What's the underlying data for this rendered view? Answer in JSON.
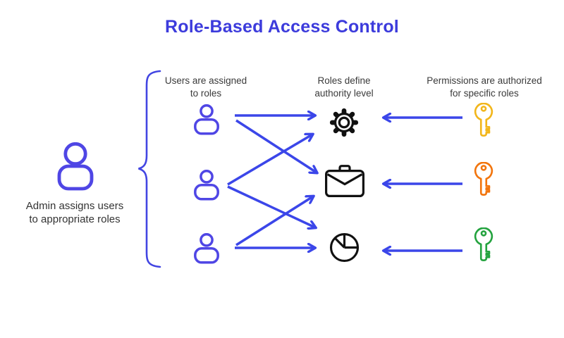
{
  "title": "Role-Based Access Control",
  "columns": {
    "users": {
      "label": "Users are assigned\nto roles"
    },
    "roles": {
      "label": "Roles define\nauthority level"
    },
    "permissions": {
      "label": "Permissions are authorized\nfor specific roles"
    }
  },
  "admin": {
    "label": "Admin assigns users\nto appropriate roles",
    "icon": "person-icon"
  },
  "users": [
    {
      "id": "user-1",
      "icon": "person-icon"
    },
    {
      "id": "user-2",
      "icon": "person-icon"
    },
    {
      "id": "user-3",
      "icon": "person-icon"
    }
  ],
  "roles": [
    {
      "id": "role-1",
      "icon": "gear-icon"
    },
    {
      "id": "role-2",
      "icon": "briefcase-icon"
    },
    {
      "id": "role-3",
      "icon": "pie-chart-icon"
    }
  ],
  "keys": [
    {
      "id": "permission-key-1",
      "icon": "key-icon",
      "color": "#F2B61B"
    },
    {
      "id": "permission-key-2",
      "icon": "key-icon",
      "color": "#F2750D"
    },
    {
      "id": "permission-key-3",
      "icon": "key-icon",
      "color": "#24A33F"
    }
  ],
  "connections": {
    "user_to_role": [
      [
        "user-1",
        "role-1"
      ],
      [
        "user-1",
        "role-2"
      ],
      [
        "user-2",
        "role-1"
      ],
      [
        "user-2",
        "role-3"
      ],
      [
        "user-3",
        "role-2"
      ],
      [
        "user-3",
        "role-3"
      ]
    ],
    "key_to_role": [
      [
        "permission-key-1",
        "role-1"
      ],
      [
        "permission-key-2",
        "role-2"
      ],
      [
        "permission-key-3",
        "role-3"
      ]
    ]
  },
  "colors": {
    "title": "#3C3BDC",
    "arrows": "#3B46E9",
    "person": "#4F46E5",
    "brace": "#4245E2",
    "role_icons": "#111111",
    "key_yellow": "#F2B61B",
    "key_orange": "#F2750D",
    "key_green": "#24A33F",
    "label_text": "#3A3A3A",
    "background": "#FFFFFF"
  }
}
